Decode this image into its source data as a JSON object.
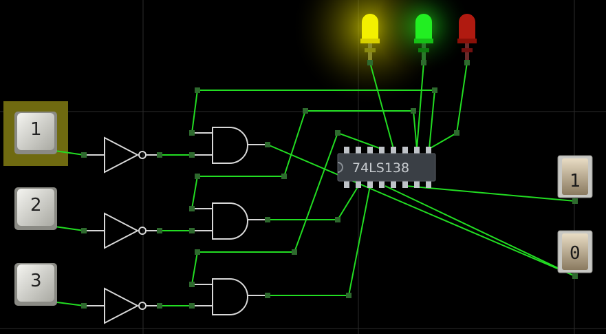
{
  "keys": [
    {
      "label": "1",
      "selected": true
    },
    {
      "label": "2",
      "selected": false
    },
    {
      "label": "3",
      "selected": false
    }
  ],
  "chip": {
    "label": "74LS138"
  },
  "switches": [
    {
      "label": "1"
    },
    {
      "label": "0"
    }
  ],
  "leds": [
    {
      "color": "yellow",
      "hex": "#f3f000",
      "lit": true
    },
    {
      "color": "green",
      "hex": "#22ee22",
      "lit": true
    },
    {
      "color": "red",
      "hex": "#b01a10",
      "lit": false
    }
  ],
  "colors": {
    "wire": "#22dd22",
    "selection": "#6f6a10",
    "gate_stroke": "#d8d8d8",
    "grid": "#2b2b2b"
  }
}
